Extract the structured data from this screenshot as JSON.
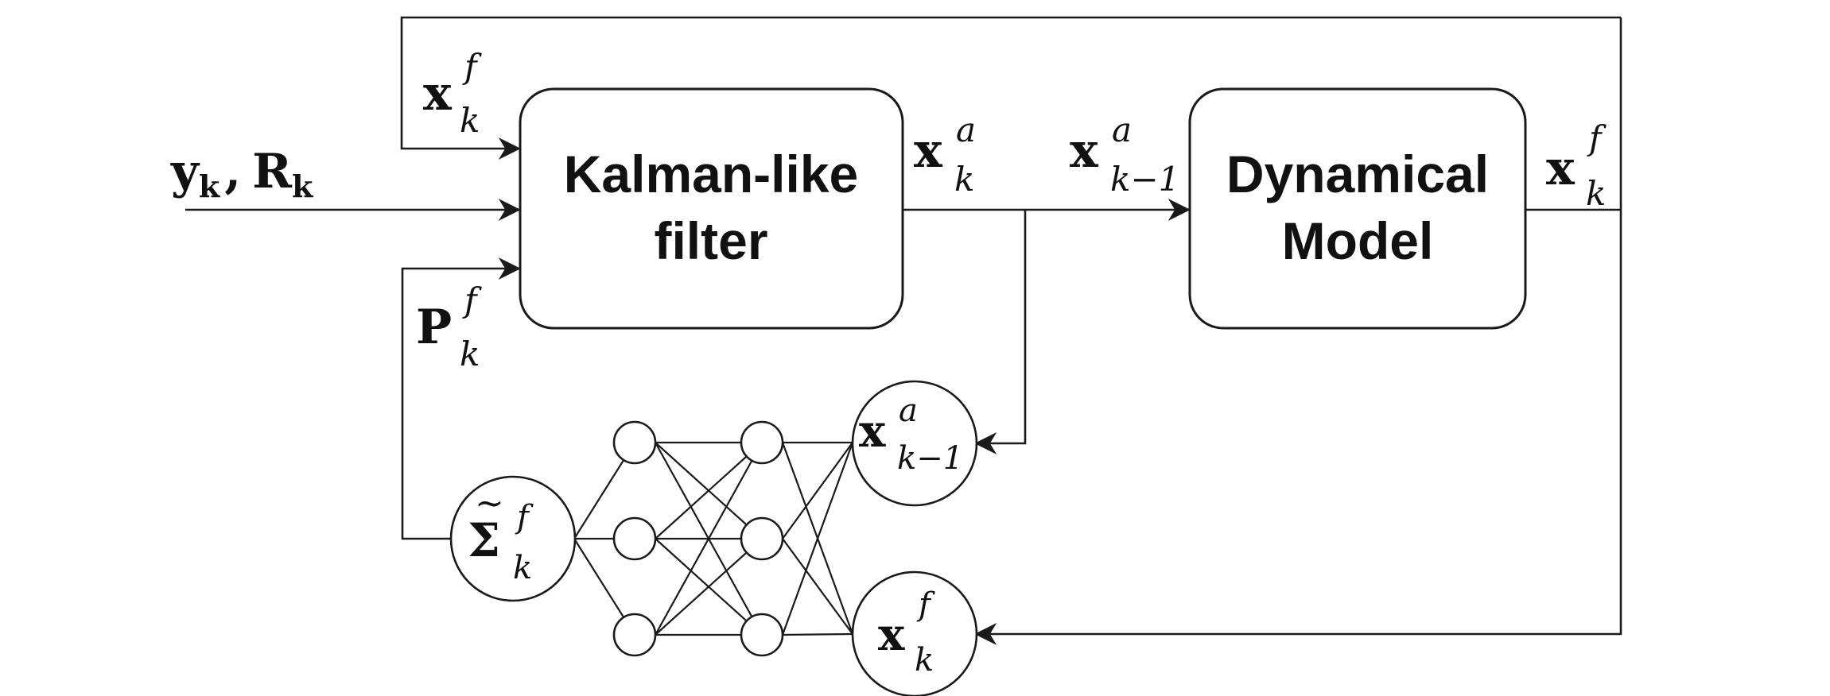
{
  "blocks": {
    "filter": {
      "line1": "Kalman-like",
      "line2": "filter"
    },
    "model": {
      "line1": "Dynamical",
      "line2": "Model"
    }
  },
  "symbols": {
    "state": "x",
    "cov": "P",
    "sigma": "Σ",
    "obs": "y",
    "obs_sub": "k",
    "obs_cov": "R",
    "obs_cov_sub": "k",
    "sub_k": "k",
    "sub_k_minus_1": "k−1",
    "sup_forecast": "f",
    "sup_analysis": "a"
  }
}
